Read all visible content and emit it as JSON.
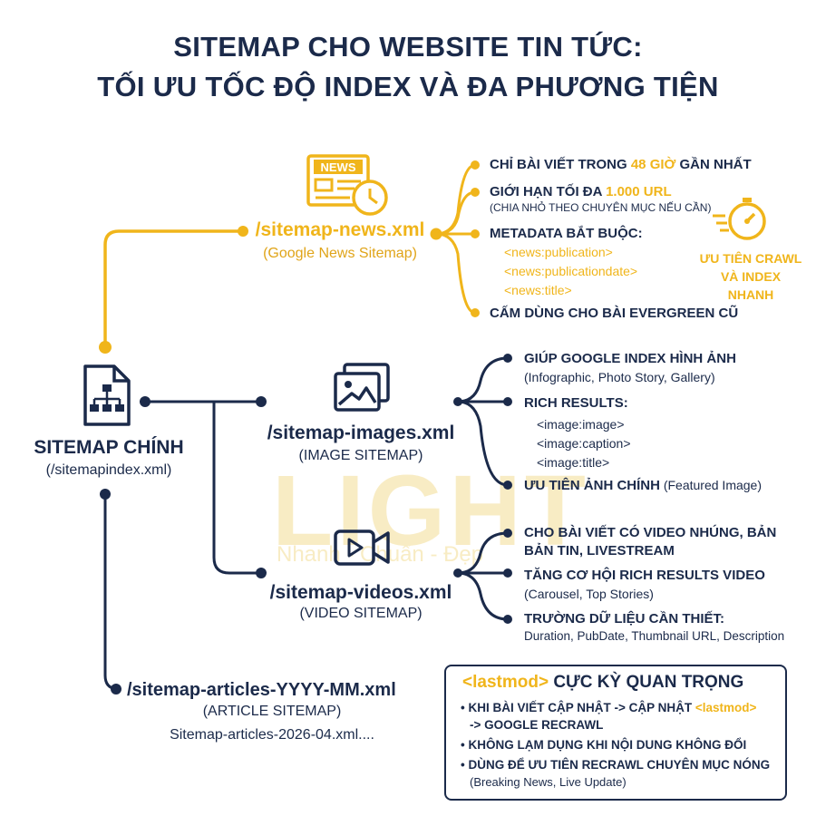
{
  "title_line1": "SITEMAP CHO WEBSITE TIN TỨC:",
  "title_line2": "TỐI ƯU TỐC ĐỘ INDEX VÀ ĐA PHƯƠNG TIỆN",
  "watermark": {
    "text": "LIGHT",
    "tagline": "Nhanh - Chuẩn - Đẹp"
  },
  "colors": {
    "navy": "#1b2a4a",
    "accent": "#f0b51b"
  },
  "main_sitemap": {
    "icon": "sitemap-file-icon",
    "label": "SITEMAP CHÍNH",
    "path": "(/sitemapindex.xml)"
  },
  "news": {
    "icon": "news-clock-icon",
    "icon_text": "NEWS",
    "label": "/sitemap-news.xml",
    "sub": "(Google News Sitemap)",
    "items": {
      "i1_pre": "CHỈ BÀI VIẾT TRONG ",
      "i1_hl": "48 GIỜ",
      "i1_post": " GẦN NHẤT",
      "i2_pre": "GIỚI HẠN TỐI ĐA ",
      "i2_hl": "1.000 URL",
      "i2_sub": "(CHIA NHỎ THEO CHUYÊN MỤC NẾU CẦN)",
      "i3": "METADATA BẮT BUỘC:",
      "i3_codes": [
        "<news:publication>",
        "<news:publicationdate>",
        "<news:title>"
      ],
      "i4": "CẤM DÙNG CHO BÀI EVERGREEN CŨ"
    },
    "priority_icon": "stopwatch-icon",
    "priority_line1": "ƯU TIÊN CRAWL",
    "priority_line2": "VÀ INDEX NHANH"
  },
  "images": {
    "icon": "image-gallery-icon",
    "label": "/sitemap-images.xml",
    "sub": "(IMAGE SITEMAP)",
    "i1": "GIÚP GOOGLE INDEX HÌNH ẢNH",
    "i1_sub": "(Infographic, Photo Story, Gallery)",
    "i2": "RICH RESULTS:",
    "i2_codes": [
      "<image:image>",
      "<image:caption>",
      "<image:title>"
    ],
    "i3": "ƯU TIÊN ẢNH CHÍNH",
    "i3_sub": " (Featured Image)"
  },
  "videos": {
    "icon": "video-camera-icon",
    "label": "/sitemap-videos.xml",
    "sub": "(VIDEO SITEMAP)",
    "i1_line1": "CHO BÀI VIẾT CÓ VIDEO NHÚNG, BẢN",
    "i1_line2": "BẢN TIN, LIVESTREAM",
    "i2": "TĂNG CƠ HỘI RICH RESULTS VIDEO",
    "i2_sub": "(Carousel, Top Stories)",
    "i3": "TRƯỜNG DỮ LIỆU CẦN THIẾT:",
    "i3_sub": "Duration, PubDate, Thumbnail URL, Description"
  },
  "articles": {
    "label": "/sitemap-articles-YYYY-MM.xml",
    "sub": "(ARTICLE SITEMAP)",
    "example": "Sitemap-articles-2026-04.xml...."
  },
  "lastmod_box": {
    "tag": "<lastmod>",
    "title": " CỰC KỲ QUAN TRỌNG",
    "b1_pre": "• KHI BÀI VIẾT CẬP NHẬT -> CẬP NHẬT ",
    "b1_hl": "<lastmod>",
    "b1_line2": "-> GOOGLE RECRAWL",
    "b2": "• KHÔNG LẠM DỤNG KHI NỘI DUNG KHÔNG ĐỔI",
    "b3": "• DÙNG ĐỂ ƯU TIÊN RECRAWL CHUYÊN MỤC NÓNG",
    "b3_sub": "(Breaking News, Live Update)"
  }
}
